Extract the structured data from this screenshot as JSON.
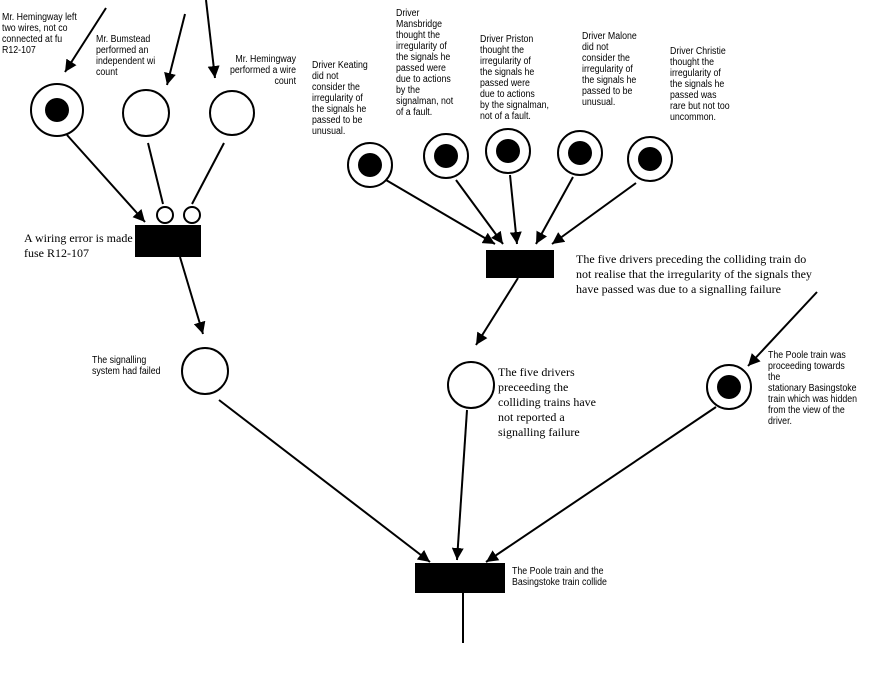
{
  "diagram": {
    "places": {
      "hemingway_wires": "Mr. Hemingway left\ntwo wires, not co\nconnected at fu\nR12-107",
      "bumstead_count": "Mr. Bumstead\nperformed an\nindependent wi\ncount",
      "hemingway_count": "Mr. Hemingway\nperformed a wire\ncount",
      "keating": "Driver Keating\ndid not\nconsider the\nirregularity of\nthe signals he\npassed to be\nunusual.",
      "mansbridge": "Driver\nMansbridge\nthought the\nirregularity of\nthe signals he\npassed were\ndue to actions\nby the\nsignalman, not\nof a fault.",
      "priston": "Driver Priston\nthought the\nirregularity of\nthe signals he\npassed were\ndue to actions\nby the signalman,\nnot of a fault.",
      "malone": "Driver Malone\ndid not\nconsider the\nirregularity of\nthe signals he\npassed to be\nunusual.",
      "christie": "Driver Christie\nthought the\nirregularity of\nthe signals he\npassed was\nrare but not too\nuncommon.",
      "signalling_failed": "The signalling\nsystem had failed",
      "drivers_not_reported": "The five drivers\npreceeding the\ncolliding trains have\nnot reported a\nsignalling failure",
      "poole_proceeding": "The Poole train was\nproceeding  towards the\nstationary Basingstoke\ntrain which was hidden\nfrom the view of the\ndriver."
    },
    "transitions": {
      "wiring_error": "A wiring error is made a\nfuse R12-107",
      "drivers_not_realise": "The five drivers preceding the colliding train do\nnot realise that the irregularity of the signals they\nhave passed was due to a signalling failure",
      "collision": "The Poole train and the\nBasingstoke train collide"
    }
  }
}
